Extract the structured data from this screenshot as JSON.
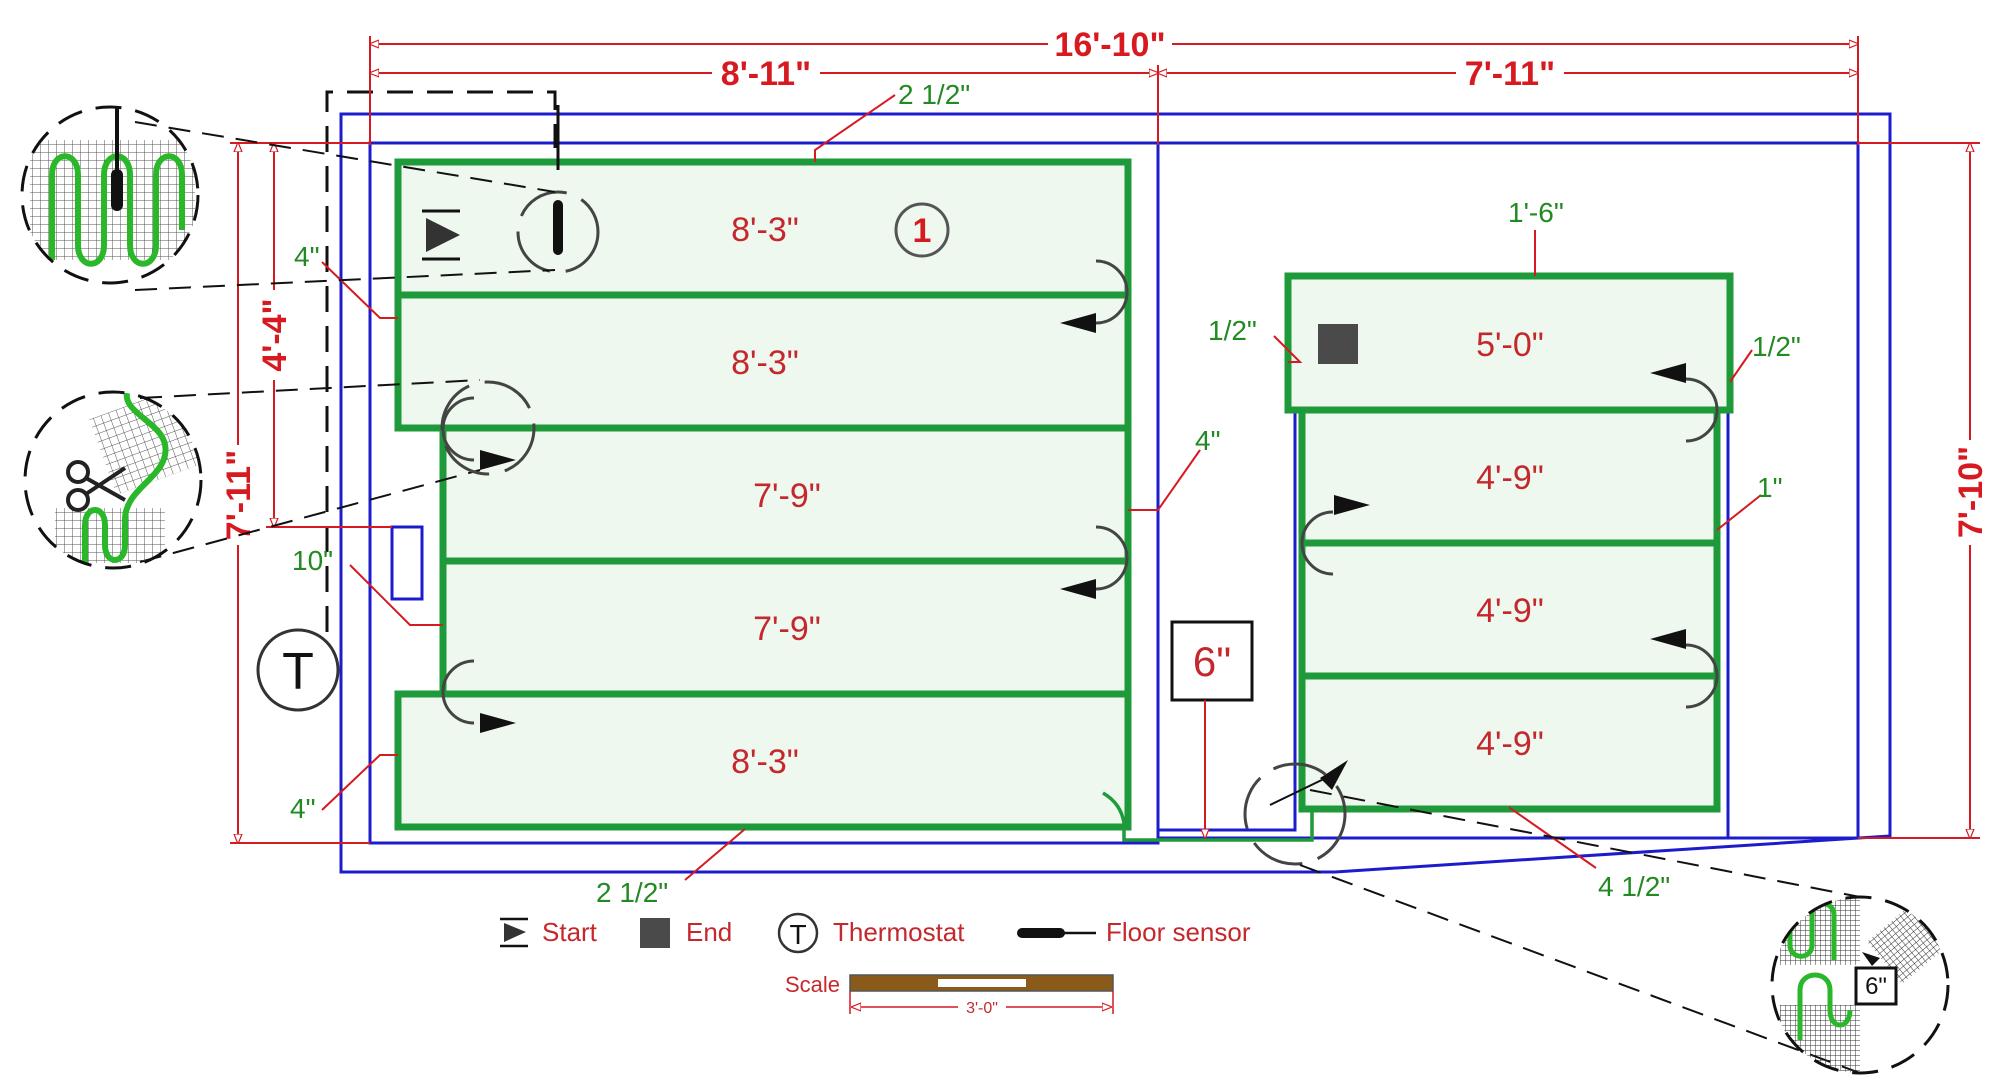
{
  "dimensions": {
    "overall_width": "16'-10\"",
    "left_width": "8'-11\"",
    "right_width": "7'-11\"",
    "left_height": "7'-11\"",
    "inner_height": "4'-4\"",
    "right_height": "7'-10\""
  },
  "clearances": {
    "top_gap": "2 1/2\"",
    "bottom_gap": "2 1/2\"",
    "left_top": "4\"",
    "left_bottom": "4\"",
    "left_middle": "10\"",
    "center_gap": "4\"",
    "right_top_gap": "1'-6\"",
    "right_left_half": "1/2\"",
    "right_right_half": "1/2\"",
    "right_one": "1\"",
    "right_bottom": "4 1/2\""
  },
  "zone_number": "1",
  "left_strips": [
    "8'-3\"",
    "8'-3\"",
    "7'-9\"",
    "7'-9\"",
    "8'-3\""
  ],
  "right_strips": [
    "5'-0\"",
    "4'-9\"",
    "4'-9\"",
    "4'-9\""
  ],
  "thermostat_symbol": "T",
  "floor_sensor_box": "6\"",
  "detail_box": "6\"",
  "legend": {
    "start": "Start",
    "end": "End",
    "thermostat": "Thermostat",
    "thermostat_symbol": "T",
    "floor_sensor": "Floor sensor"
  },
  "scale": {
    "label": "Scale",
    "length": "3'-0\""
  },
  "colors": {
    "dimension": "#d71920",
    "wall": "#1c1ccc",
    "mat": "#1e9a3a",
    "mat_fill": "#eef8ee",
    "strip_label": "#c4282d",
    "clearance_label": "#238a23"
  },
  "icons": [
    "start-triangle-icon",
    "end-square-icon",
    "thermostat-icon",
    "floor-sensor-icon",
    "scissors-icon",
    "turn-arrow-icon"
  ]
}
